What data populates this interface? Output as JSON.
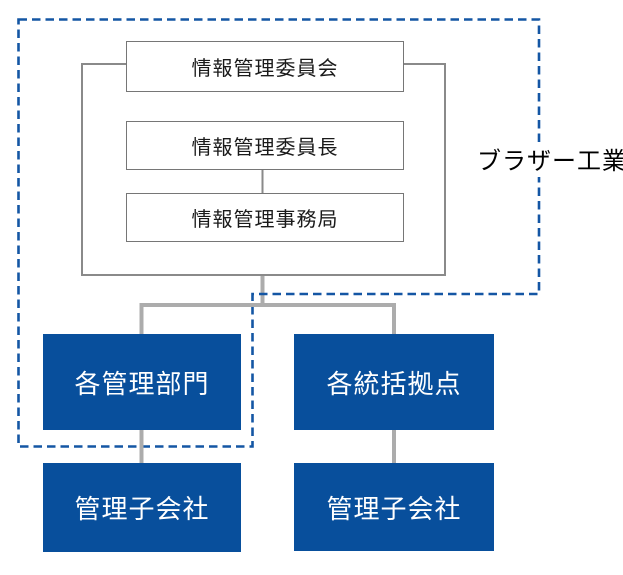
{
  "diagram": {
    "title_hint": "information-management-org-chart",
    "company_label": "ブラザー工業",
    "committee_box": "情報管理委員会",
    "chairman_box": "情報管理委員長",
    "secretariat_box": "情報管理事務局",
    "departments_box": "各管理部門",
    "regional_sites_box": "各統括拠点",
    "subsidiary_left_box": "管理子会社",
    "subsidiary_right_box": "管理子会社",
    "colors": {
      "box_blue": "#084f9c",
      "dashed_boundary_blue": "#1456a4",
      "connector_gray": "#acacac",
      "frame_gray": "#8a8a8a",
      "white_box_border_gray": "#767676"
    }
  }
}
